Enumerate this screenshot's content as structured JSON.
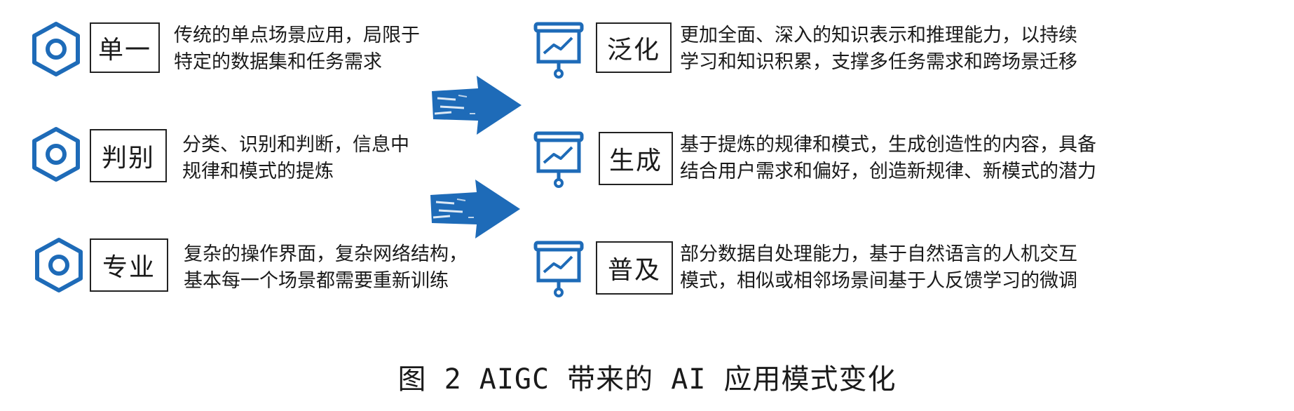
{
  "colors": {
    "icon_blue": "#1e6bb8",
    "border": "#222222",
    "text": "#1a1a1a"
  },
  "left": [
    {
      "label": "单一",
      "icon": "hexagon-nut-icon",
      "lines": [
        "传统的单点场景应用，局限于",
        "特定的数据集和任务需求"
      ]
    },
    {
      "label": "判别",
      "icon": "hexagon-nut-icon",
      "lines": [
        "分类、识别和判断，信息中",
        "规律和模式的提炼"
      ]
    },
    {
      "label": "专业",
      "icon": "hexagon-nut-icon",
      "lines": [
        "复杂的操作界面，复杂网络结构，",
        "基本每一个场景都需要重新训练"
      ]
    }
  ],
  "right": [
    {
      "label": "泛化",
      "icon": "presentation-chart-icon",
      "lines": [
        "更加全面、深入的知识表示和推理能力，以持续",
        "学习和知识积累，支撑多任务需求和跨场景迁移"
      ]
    },
    {
      "label": "生成",
      "icon": "presentation-chart-icon",
      "lines": [
        "基于提炼的规律和模式，生成创造性的内容，具备",
        "结合用户需求和偏好，创造新规律、新模式的潜力"
      ]
    },
    {
      "label": "普及",
      "icon": "presentation-chart-icon",
      "lines": [
        "部分数据自处理能力，基于自然语言的人机交互",
        "模式，相似或相邻场景间基于人反馈学习的微调"
      ]
    }
  ],
  "arrows": [
    "brush-arrow-icon",
    "brush-arrow-icon"
  ],
  "caption": "图 2  AIGC 带来的 AI 应用模式变化"
}
